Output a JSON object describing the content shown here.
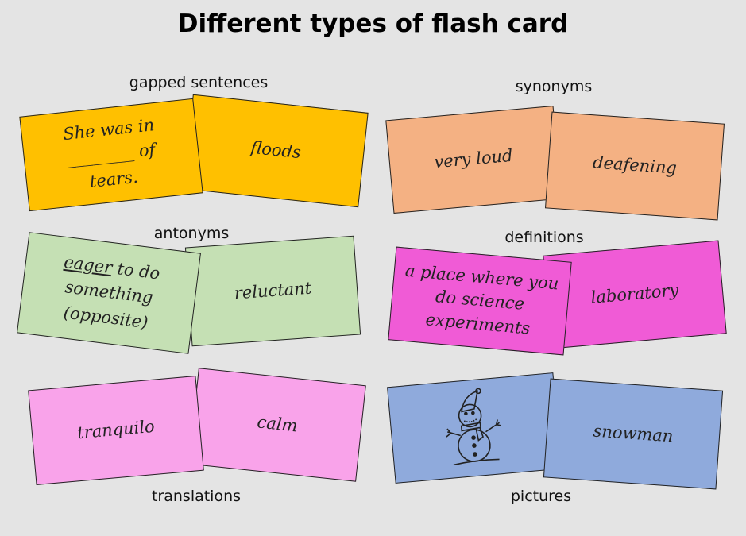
{
  "title": "Different types of flash card",
  "colors": {
    "gapped": "#ffc000",
    "synonyms": "#f4b183",
    "antonyms": "#c5e0b4",
    "definitions": "#f05bd6",
    "translations": "#f9a3ea",
    "pictures": "#8faadc"
  },
  "groups": {
    "gapped": {
      "label": "gapped sentences",
      "front": {
        "line1": "She was in",
        "line2": "________ of",
        "line3": "tears."
      },
      "back": "floods"
    },
    "synonyms": {
      "label": "synonyms",
      "front": "very loud",
      "back": "deafening"
    },
    "antonyms": {
      "label": "antonyms",
      "front": {
        "underlined": "eager",
        "rest1": " to do",
        "line2": "something",
        "line3": "(opposite)"
      },
      "back": "reluctant"
    },
    "definitions": {
      "label": "definitions",
      "front": {
        "line1": "a place where you",
        "line2": "do science",
        "line3": "experiments"
      },
      "back": "laboratory"
    },
    "translations": {
      "label": "translations",
      "front": "tranquilo",
      "back": "calm"
    },
    "pictures": {
      "label": "pictures",
      "front_icon": "snowman-icon",
      "back": "snowman"
    }
  }
}
